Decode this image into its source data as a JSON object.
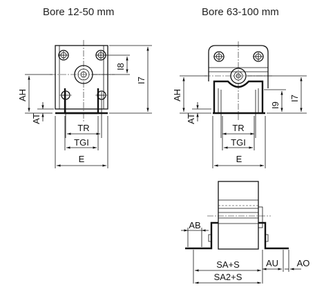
{
  "headings": {
    "left": "Bore 12-50 mm",
    "right": "Bore 63-100 mm"
  },
  "dimensions": {
    "AH": "AH",
    "AT": "AT",
    "TR": "TR",
    "TGI": "TGI",
    "E": "E",
    "I8": "I8",
    "I7": "I7",
    "I9": "I9",
    "AB": "AB",
    "AU": "AU",
    "AO": "AO",
    "SA_S": "SA+S",
    "SA2_S": "SA2+S"
  }
}
